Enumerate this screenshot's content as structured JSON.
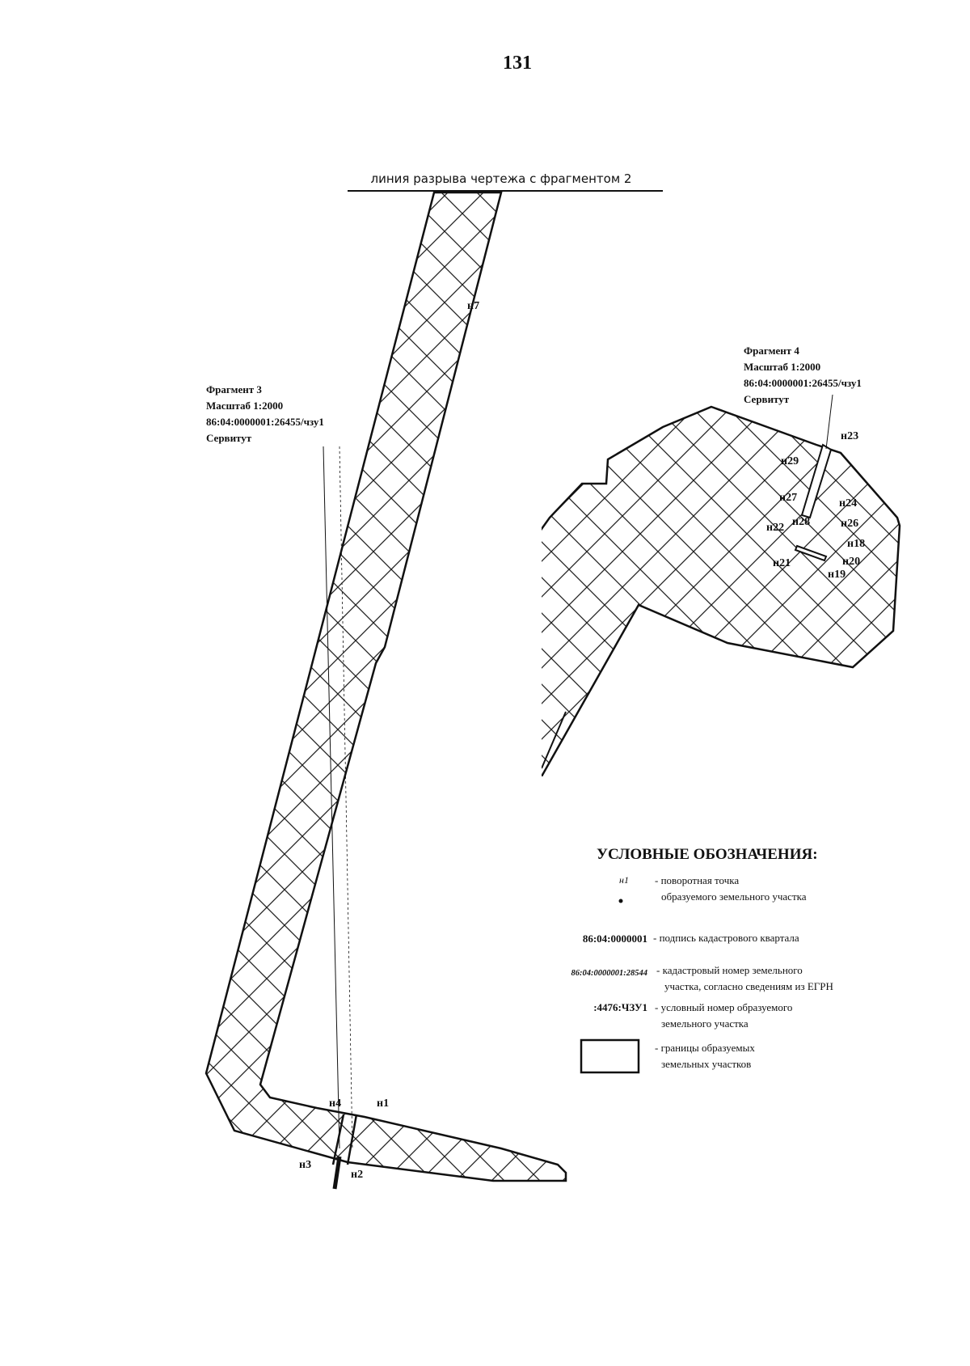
{
  "page_number": "131",
  "break_line_label": "линия разрыва чертежа с фрагментом 2",
  "fragment3": {
    "title": "Фрагмент 3",
    "scale": "Масштаб 1:2000",
    "cadastral": "86:04:0000001:26455/чзу1",
    "type": "Сервитут",
    "points": {
      "n7": "н7",
      "n4": "н4",
      "n1": "н1",
      "n3": "н3",
      "n2": "н2"
    }
  },
  "fragment4": {
    "title": "Фрагмент 4",
    "scale": "Масштаб 1:2000",
    "cadastral": "86:04:0000001:26455/чзу1",
    "type": "Сервитут",
    "points": {
      "n23": "н23",
      "n29": "н29",
      "n27": "н27",
      "n24": "н24",
      "n28": "н28",
      "n26": "н26",
      "n22": "н22",
      "n18": "н18",
      "n21": "н21",
      "n20": "н20",
      "n19": "н19"
    }
  },
  "legend": {
    "title": "УСЛОВНЫЕ ОБОЗНАЧЕНИЯ:",
    "items": [
      {
        "symbol": "н1",
        "text1": "- поворотная точка",
        "text2": "образуемого земельного участка"
      },
      {
        "symbol": "86:04:0000001",
        "text1": "- подпись кадастрового квартала",
        "text2": ""
      },
      {
        "symbol": "86:04:0000001:28544",
        "text1": "- кадастровый номер земельного",
        "text2": "участка, согласно сведениям из ЕГРН"
      },
      {
        "symbol": ":4476:ЧЗУ1",
        "text1": "- условный номер образуемого",
        "text2": "земельного участка"
      },
      {
        "symbol": "",
        "text1": "- границы образуемых",
        "text2": "земельных участков"
      }
    ]
  },
  "colors": {
    "ink": "#111111",
    "hatch": "#222222"
  }
}
